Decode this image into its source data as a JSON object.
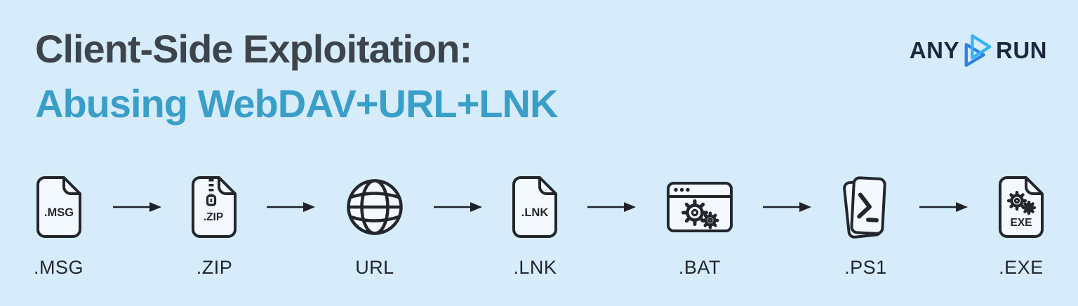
{
  "header": {
    "title_line1": "Client-Side Exploitation:",
    "title_line2": "Abusing WebDAV+URL+LNK"
  },
  "logo": {
    "text_left": "ANY",
    "text_right": "RUN",
    "icon": "play-triangles-icon"
  },
  "chain": {
    "items": [
      {
        "label": ".MSG",
        "icon": "msg-file-icon",
        "icon_text": ".MSG"
      },
      {
        "label": ".ZIP",
        "icon": "zip-file-icon",
        "icon_text": ".ZIP"
      },
      {
        "label": "URL",
        "icon": "globe-icon"
      },
      {
        "label": ".LNK",
        "icon": "lnk-file-icon",
        "icon_text": ".LNK"
      },
      {
        "label": ".BAT",
        "icon": "app-window-gears-icon"
      },
      {
        "label": ".PS1",
        "icon": "powershell-icon"
      },
      {
        "label": ".EXE",
        "icon": "exe-file-icon",
        "icon_text": "EXE"
      }
    ],
    "connector": "arrow-right"
  },
  "colors": {
    "background": "#d7ecfb",
    "title": "#3d444c",
    "subtitle": "#3a9fc8",
    "icon_stroke": "#22272d",
    "icon_fill": "#f3f9fe",
    "label": "#21262d",
    "logo_navy": "#1b2840",
    "logo_blue": "#2e7fe8",
    "logo_cyan": "#36b3f0"
  }
}
